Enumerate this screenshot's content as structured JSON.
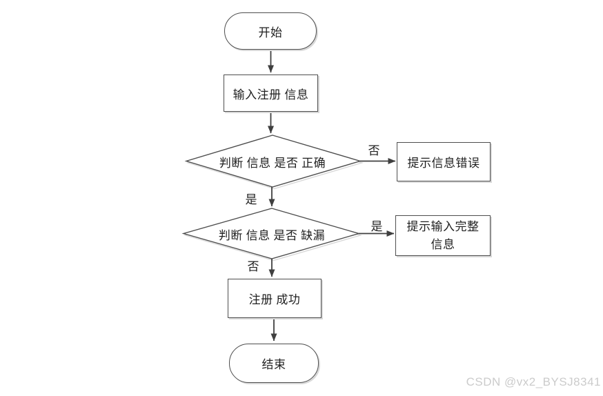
{
  "flowchart": {
    "nodes": {
      "start": "开始",
      "input_info": "输入注册 信息",
      "check_correct": "判断 信息 是否 正确",
      "error_hint": "提示信息错误",
      "check_missing": "判断 信息 是否 缺漏",
      "complete_hint": [
        "提示输入完整",
        "信息"
      ],
      "success": "注册 成功",
      "end": "结束"
    },
    "edges": {
      "correct_no_label": "否",
      "correct_yes_label": "是",
      "missing_yes_label": "是",
      "missing_no_label": "否"
    }
  },
  "watermark": "CSDN @vx2_BYSJ8341",
  "colors": {
    "line": "#4d4d4d",
    "text": "#1f1f1f",
    "shape_fill": "#ffffff",
    "shadow": "#d8d8d8",
    "watermark": "#cbcbcb"
  }
}
